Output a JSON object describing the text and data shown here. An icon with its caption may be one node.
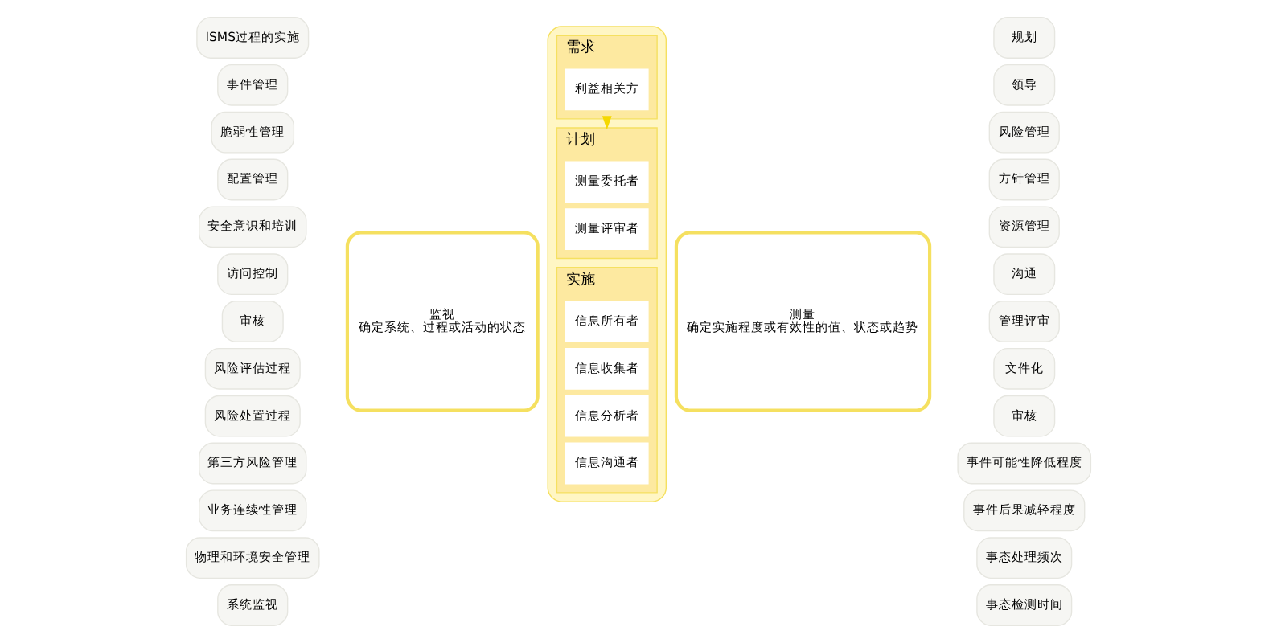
{
  "diagram": {
    "nodes": [
      {
        "text": [],
        "shape": "box"
      },
      {
        "text": [
          "需求"
        ],
        "in": 0
      },
      {
        "text": [
          "利益相关方"
        ],
        "in": 1
      },
      {
        "text": [
          "计划"
        ],
        "in": 0
      },
      {
        "text": [
          "测量委托者"
        ],
        "in": 3
      },
      {
        "text": [
          "测量评审者"
        ],
        "in": 3
      },
      {
        "text": [
          "实施"
        ],
        "in": 0
      },
      {
        "text": [
          "信息所有者"
        ],
        "in": 6
      },
      {
        "text": [
          "信息收集者"
        ],
        "in": 6
      },
      {
        "text": [
          "信息分析者"
        ],
        "in": 6
      },
      {
        "text": [
          "信息沟通者"
        ],
        "in": 6
      },
      {
        "text": [
          "监视",
          "确定系统、过程或活动的状态"
        ]
      },
      {
        "text": [
          "测量",
          "确定实施程度或有效性的值、状态或趋势"
        ]
      },
      {
        "text": [
          "ISMS过程的实施"
        ]
      },
      {
        "text": [
          "事件管理"
        ]
      },
      {
        "text": [
          "脆弱性管理"
        ]
      },
      {
        "text": [
          "配置管理"
        ]
      },
      {
        "text": [
          "安全意识和培训"
        ]
      },
      {
        "text": [
          "访问控制"
        ]
      },
      {
        "text": [
          "审核"
        ]
      },
      {
        "text": [
          "风险评估过程"
        ]
      },
      {
        "text": [
          "风险处置过程"
        ]
      },
      {
        "text": [
          "第三方风险管理"
        ]
      },
      {
        "text": [
          "业务连续性管理"
        ]
      },
      {
        "text": [
          "物理和环境安全管理"
        ]
      },
      {
        "text": [
          "系统监视"
        ]
      },
      {
        "text": [
          "规划"
        ]
      },
      {
        "text": [
          "领导"
        ]
      },
      {
        "text": [
          "风险管理"
        ]
      },
      {
        "text": [
          "方针管理"
        ]
      },
      {
        "text": [
          "资源管理"
        ]
      },
      {
        "text": [
          "沟通"
        ]
      },
      {
        "text": [
          "管理评审"
        ]
      },
      {
        "text": [
          "文件化"
        ]
      },
      {
        "text": [
          "审核"
        ]
      },
      {
        "text": [
          "事件可能性降低程度"
        ]
      },
      {
        "text": [
          "事件后果减轻程度"
        ]
      },
      {
        "text": [
          "事态处理频次"
        ]
      },
      {
        "text": [
          "事态检测时间"
        ]
      }
    ],
    "edges": [
      {
        "from": 1,
        "to": 3,
        "arrow": "to"
      }
    ]
  }
}
